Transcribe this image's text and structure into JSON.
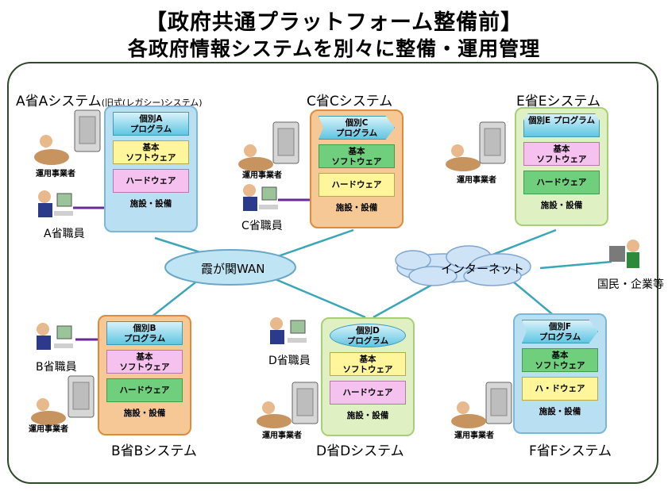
{
  "title": {
    "line1": "【政府共通プラットフォーム整備前】",
    "line2": "各政府情報システムを別々に整備・運用管理"
  },
  "systems": {
    "a": {
      "label": "A省Aシステム",
      "note": "(旧式(レガシー)システム)",
      "program": "個別A\nプログラム",
      "software": "基本\nソフトウェア",
      "hardware": "ハードウェア",
      "facility": "施設・設備"
    },
    "b": {
      "label": "B省Bシステム",
      "program": "個別B\nプログラム",
      "software": "基本\nソフトウェア",
      "hardware": "ハードウェア",
      "facility": "施設・設備"
    },
    "c": {
      "label": "C省Cシステム",
      "program": "個別C\nプログラム",
      "software": "基本\nソフトウェア",
      "hardware": "ハードウェア",
      "facility": "施設・設備"
    },
    "d": {
      "label": "D省Dシステム",
      "program": "個別D\nプログラム",
      "software": "基本\nソフトウェア",
      "hardware": "ハードウェア",
      "facility": "施設・設備"
    },
    "e": {
      "label": "E省Eシステム",
      "program": "個別E\nプログラム",
      "software": "基本\nソフトウェア",
      "hardware": "ハードウェア",
      "facility": "施設・設備"
    },
    "f": {
      "label": "F省Fシステム",
      "program": "個別F\nプログラム",
      "software": "基本\nソフトウェア",
      "hardware": "ハ・ドウェア",
      "facility": "施設・設備"
    }
  },
  "people": {
    "staff_a": "A省職員",
    "staff_b": "B省職員",
    "staff_c": "C省職員",
    "staff_d": "D省職員",
    "operator": "運用事業者",
    "citizens": "国民・企業等"
  },
  "networks": {
    "wan": "霞が関WAN",
    "internet": "インターネット"
  },
  "colors": {
    "frame": "#2f4a2a",
    "line": "#3aa6b8",
    "blue_box": "#b9dff2",
    "orange_box": "#f6c896",
    "green_box": "#dff0c3"
  }
}
